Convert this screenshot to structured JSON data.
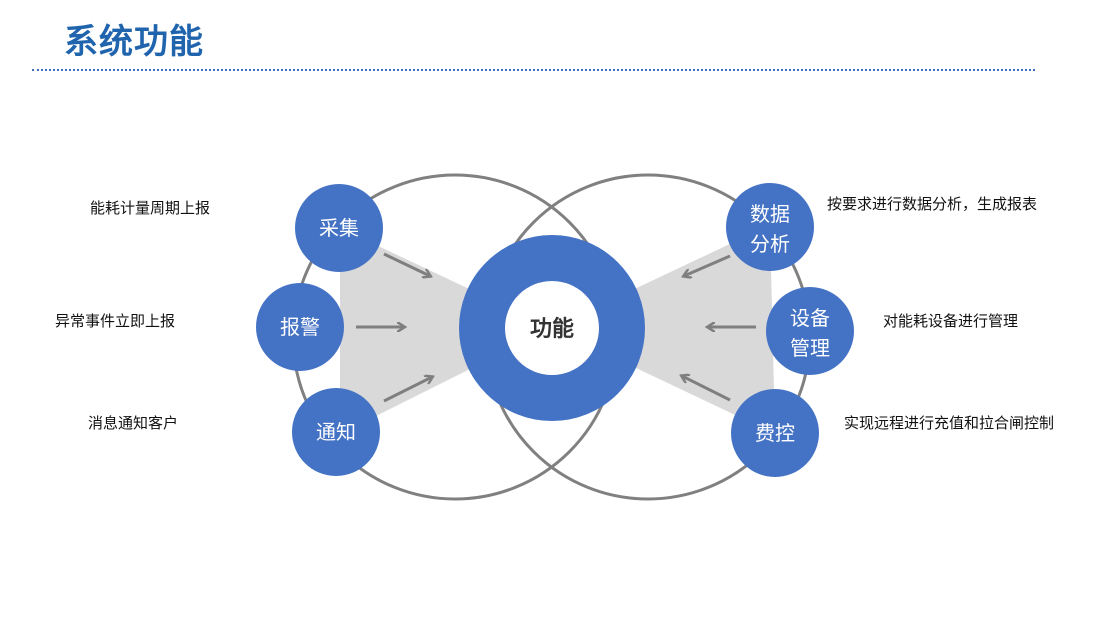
{
  "title": "系统功能",
  "center": {
    "label": "功能"
  },
  "left_nodes": [
    {
      "label": "采集",
      "caption": "能耗计量周期上报"
    },
    {
      "label": "报警",
      "caption": "异常事件立即上报"
    },
    {
      "label": "通知",
      "caption": "消息通知客户"
    }
  ],
  "right_nodes": [
    {
      "label_line1": "数据",
      "label_line2": "分析",
      "caption": "按要求进行数据分析，生成报表"
    },
    {
      "label_line1": "设备",
      "label_line2": "管理",
      "caption": "对能耗设备进行管理"
    },
    {
      "label": "费控",
      "caption": "实现远程进行充值和拉合闸控制"
    }
  ],
  "colors": {
    "node_fill": "#4472c4",
    "title": "#1f64ad",
    "ring_outline": "#808080",
    "wedge": "#d9d9d9",
    "arrow": "#7f7f7f"
  }
}
